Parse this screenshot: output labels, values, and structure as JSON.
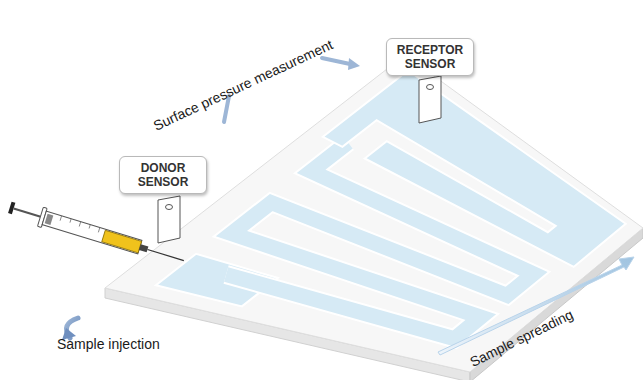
{
  "diagram": {
    "nodes": [
      {
        "text": [
          "DONOR SENSOR"
        ]
      },
      {
        "text": [
          "RECEPTOR SENSOR"
        ]
      }
    ],
    "labels": [
      "Surface pressure measurement",
      "Sample injection",
      "Sample spreading"
    ]
  }
}
